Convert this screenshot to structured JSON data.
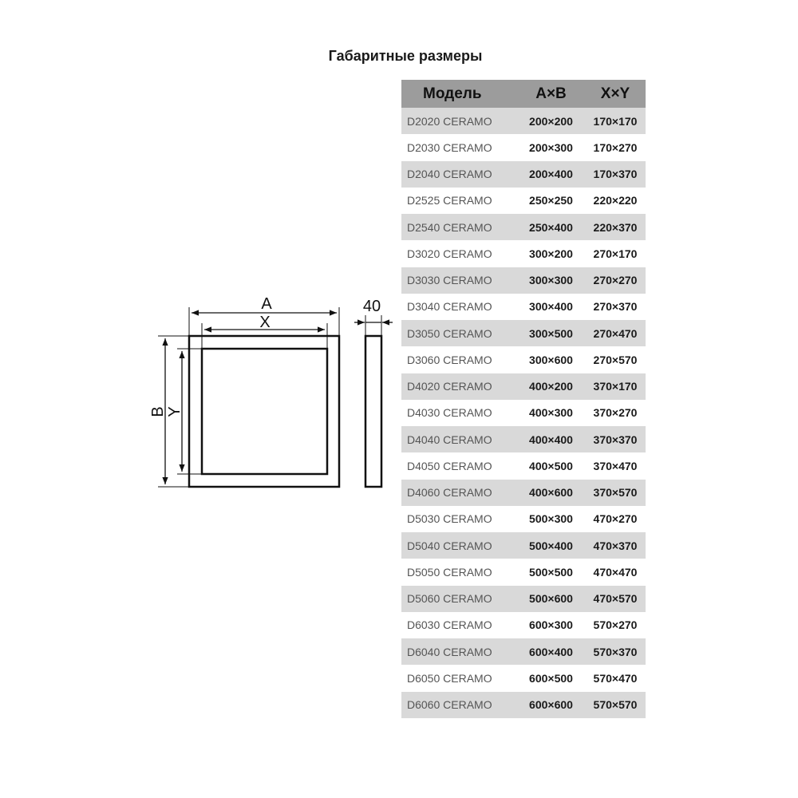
{
  "title": "Габаритные размеры",
  "table": {
    "headers": [
      "Модель",
      "A×B",
      "X×Y"
    ],
    "rows": [
      [
        "D2020 CERAMO",
        "200×200",
        "170×170"
      ],
      [
        "D2030 CERAMO",
        "200×300",
        "170×270"
      ],
      [
        "D2040 CERAMO",
        "200×400",
        "170×370"
      ],
      [
        "D2525 CERAMO",
        "250×250",
        "220×220"
      ],
      [
        "D2540 CERAMO",
        "250×400",
        "220×370"
      ],
      [
        "D3020 CERAMO",
        "300×200",
        "270×170"
      ],
      [
        "D3030 CERAMO",
        "300×300",
        "270×270"
      ],
      [
        "D3040 CERAMO",
        "300×400",
        "270×370"
      ],
      [
        "D3050 CERAMO",
        "300×500",
        "270×470"
      ],
      [
        "D3060 CERAMO",
        "300×600",
        "270×570"
      ],
      [
        "D4020 CERAMO",
        "400×200",
        "370×170"
      ],
      [
        "D4030 CERAMO",
        "400×300",
        "370×270"
      ],
      [
        "D4040 CERAMO",
        "400×400",
        "370×370"
      ],
      [
        "D4050 CERAMO",
        "400×500",
        "370×470"
      ],
      [
        "D4060 CERAMO",
        "400×600",
        "370×570"
      ],
      [
        "D5030 CERAMO",
        "500×300",
        "470×270"
      ],
      [
        "D5040 CERAMO",
        "500×400",
        "470×370"
      ],
      [
        "D5050 CERAMO",
        "500×500",
        "470×470"
      ],
      [
        "D5060 CERAMO",
        "500×600",
        "470×570"
      ],
      [
        "D6030 CERAMO",
        "600×300",
        "570×270"
      ],
      [
        "D6040 CERAMO",
        "600×400",
        "570×370"
      ],
      [
        "D6050 CERAMO",
        "600×500",
        "570×470"
      ],
      [
        "D6060 CERAMO",
        "600×600",
        "570×570"
      ]
    ]
  },
  "diagram": {
    "label_a": "A",
    "label_x": "X",
    "label_b": "B",
    "label_y": "Y",
    "label_depth": "40"
  }
}
